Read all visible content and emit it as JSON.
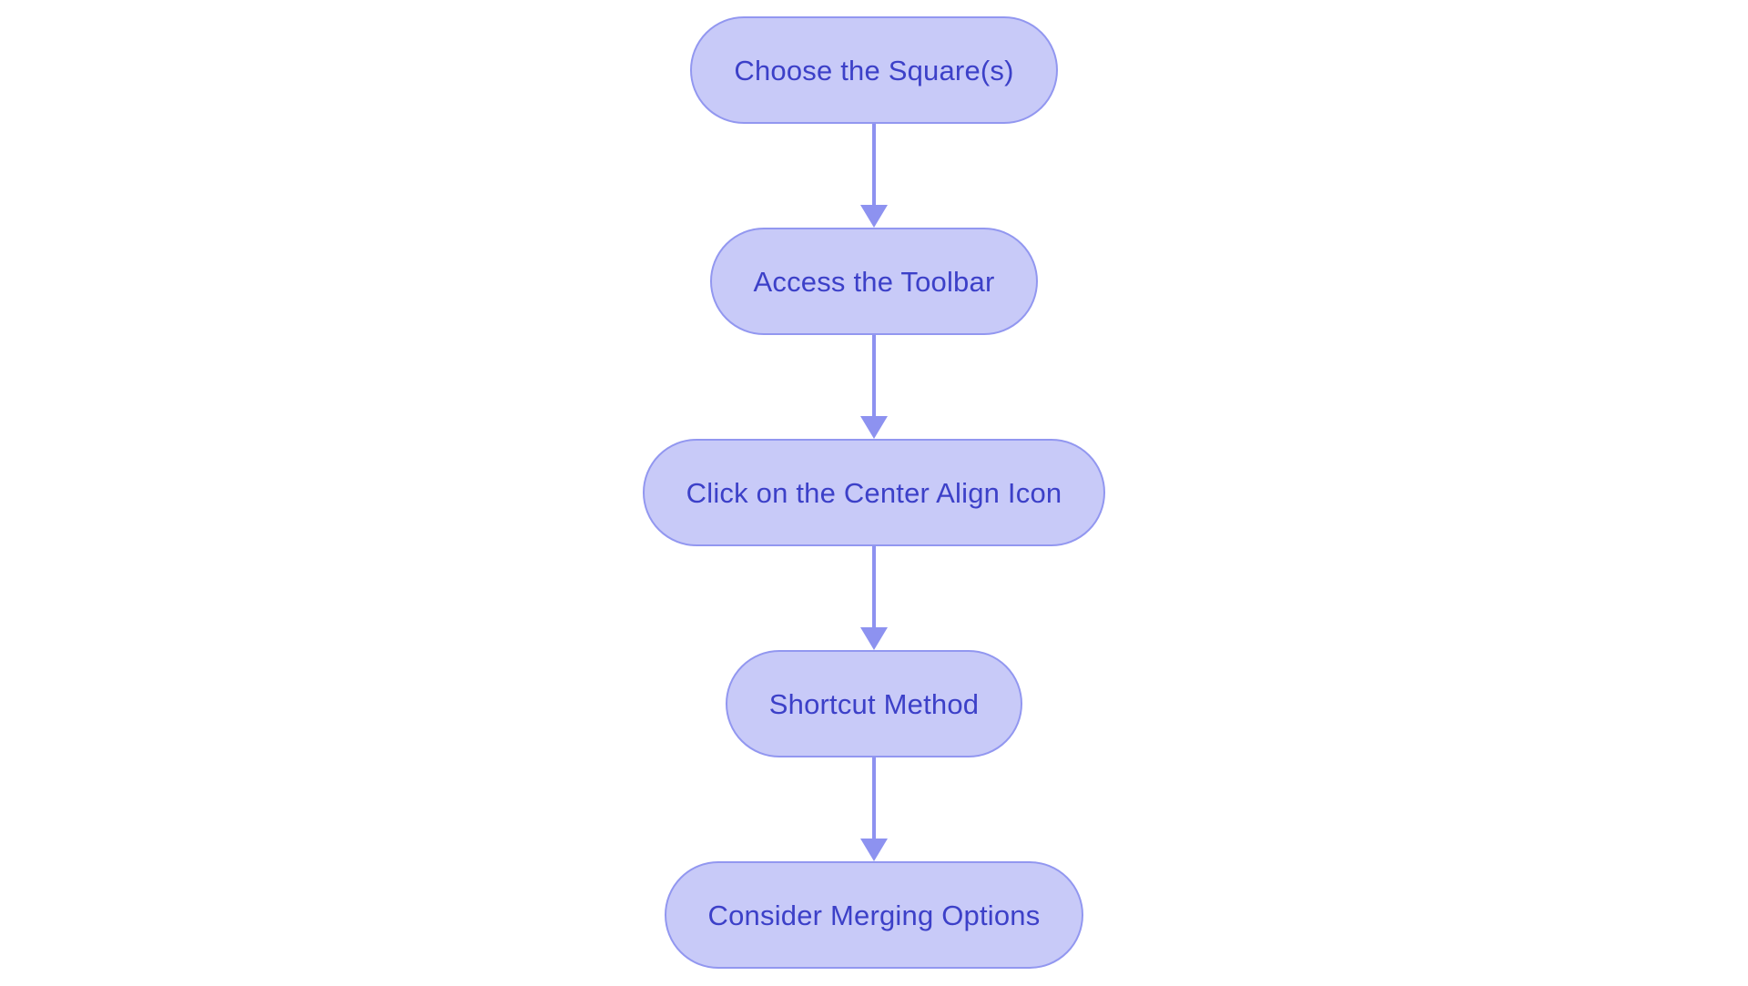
{
  "diagram": {
    "type": "flowchart",
    "direction": "top-down",
    "nodes": [
      {
        "id": 1,
        "label": "Choose the Square(s)"
      },
      {
        "id": 2,
        "label": "Access the Toolbar"
      },
      {
        "id": 3,
        "label": "Click on the Center Align Icon"
      },
      {
        "id": 4,
        "label": "Shortcut Method"
      },
      {
        "id": 5,
        "label": "Consider Merging Options"
      }
    ],
    "edges": [
      {
        "from": 1,
        "to": 2
      },
      {
        "from": 2,
        "to": 3
      },
      {
        "from": 3,
        "to": 4
      },
      {
        "from": 4,
        "to": 5
      }
    ]
  },
  "colors": {
    "background": "#ffffff",
    "node_fill": "#c8caf8",
    "node_border": "#9297f0",
    "node_text": "#3c40c8",
    "arrow": "#8d92f0"
  }
}
